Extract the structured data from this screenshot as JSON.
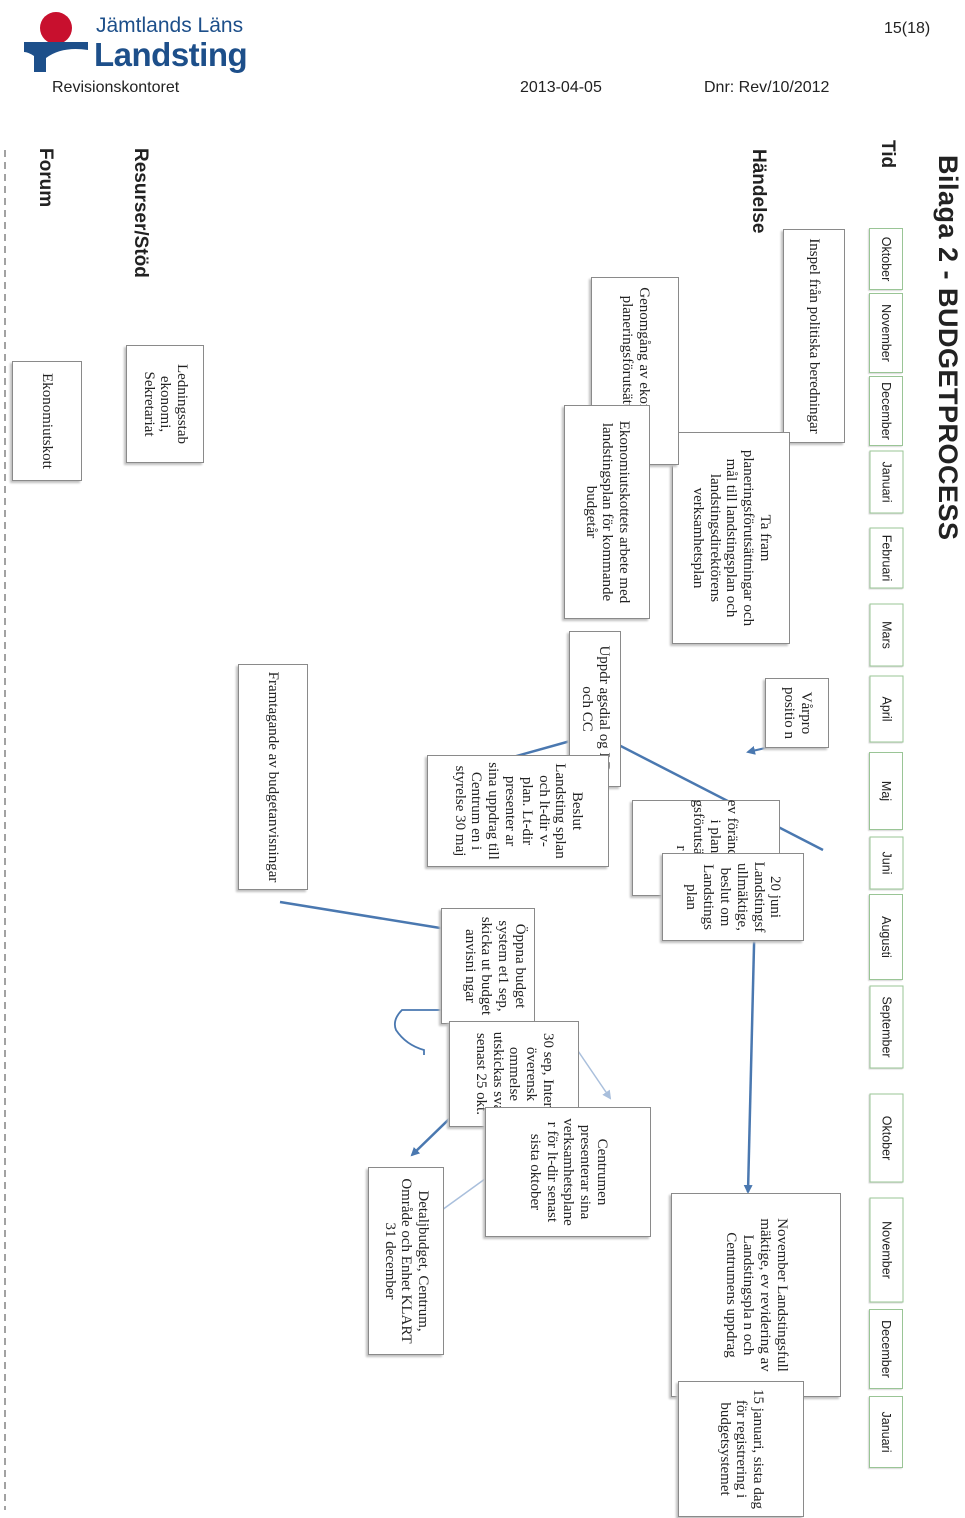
{
  "header": {
    "org_line1": "Jämtlands Läns",
    "org_line2": "Landsting",
    "office": "Revisionskontoret",
    "date": "2013-04-05",
    "dnr": "Dnr: Rev/10/2012",
    "page": "15(18)"
  },
  "diagram": {
    "title": "Bilaga 2 - BUDGETPROCESS",
    "lanes": {
      "tid": "Tid",
      "handelse": "Händelse",
      "resurser": "Resurser/Stöd",
      "forum": "Forum"
    },
    "months": [
      "Oktober",
      "November",
      "December",
      "Januari",
      "Februari",
      "Mars",
      "April",
      "Maj",
      "Juni",
      "Augusti",
      "September",
      "Oktober",
      "November",
      "December",
      "Januari"
    ],
    "boxes": {
      "inspel": "Inspel från politiska beredningar",
      "ta_fram": "Ta fram planeringsförutsättningar och mål till landstingsplan och landstingsdirektörens verksamhetsplan",
      "varpro": "Vårpro positio n",
      "ev_forandr": "ev förändri ngar i planerin gsförutsättninga r",
      "juni20": "20 juni Landstingsf ullmäktige, beslut om Landstings plan",
      "november": "November Landstingsfull mäktige, ev revidering av Landstingspla n och Centrumens uppdrag",
      "jan15": "15 januari, sista dag för registrering i budgetsystemet",
      "genomgang": "Genomgång av ekonomiska planeringsförutsättningar",
      "ekonomikontoret": "Ekonomiutskottets arbete med landstingsplan för kommande budgetår",
      "uppdr": "Uppdr agsdial og LD och CC",
      "beslut": "Beslut Landsting splan och lt-dir v-plan. Lt-dir presenter ar sina uppdrag till Centrum en i styrelse 30 maj",
      "oppna": "Öppna budget system et1 sep, skicka ut budget anvisni ngar",
      "sep30": "30 sep, Intern överensk ommelse utskickas svar senast 25 okt.",
      "centrumen": "Centrumen presenterar sina verksamhetsplane r för lt-dir senast sista oktober",
      "ledningsstab": "Ledningsstab ekonomi, Sekretariat",
      "framtagande": "Framtagande av budgetanvisningar",
      "detaljbudget": "Detaljbudget, Centrum, Område och Enhet KLART 31 december",
      "ekonomiutskott": "Ekonomiutskott"
    }
  },
  "colors": {
    "arrow": "#4a78b0",
    "month_border": "#9ac596",
    "brand": "#1d4f8a",
    "logo_red": "#c8102e"
  }
}
